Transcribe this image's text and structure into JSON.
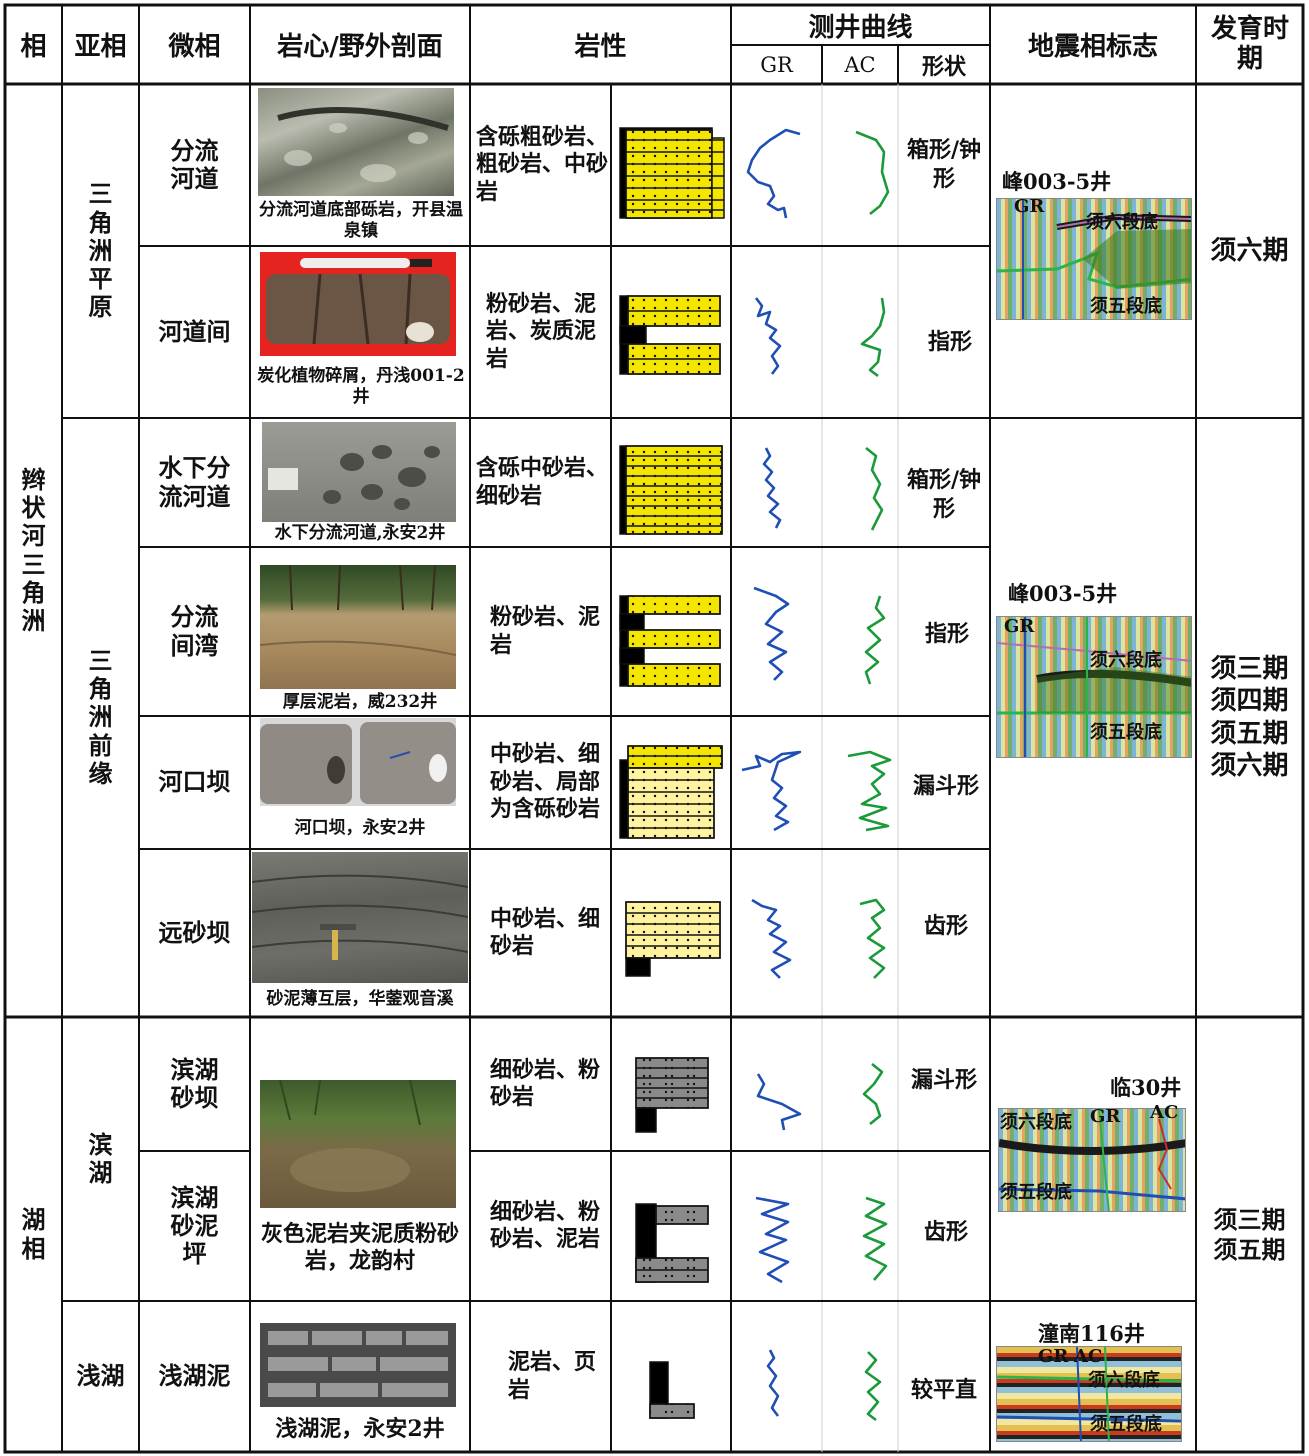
{
  "headers": {
    "facies": "相",
    "subfacies": "亚相",
    "microfacies": "微相",
    "core": "岩心/野外剖面",
    "lithology": "岩性",
    "well_curve": "测井曲线",
    "gr": "GR",
    "ac": "AC",
    "shape": "形状",
    "seismic": "地震相标志",
    "period": "发育时期"
  },
  "facies": [
    {
      "name": "辫状河三角洲"
    },
    {
      "name": "湖相"
    }
  ],
  "subfacies": [
    {
      "name": "三角洲平原"
    },
    {
      "name": "三角洲前缘"
    },
    {
      "name": "滨湖"
    },
    {
      "name": "浅湖"
    }
  ],
  "rows": [
    {
      "micro": "分流河道",
      "caption": "分流河道底部砾岩，开县温泉镇",
      "lith": "含砾粗砂岩、粗砂岩、中砂岩",
      "shape": "箱形/钟形"
    },
    {
      "micro": "河道间",
      "caption": "炭化植物碎屑，丹浅001-2井",
      "lith": "粉砂岩、泥岩、炭质泥岩",
      "shape": "指形"
    },
    {
      "micro": "水下分流河道",
      "caption": "水下分流河道,永安2井",
      "lith": "含砾中砂岩、细砂岩",
      "shape": "箱形/钟形"
    },
    {
      "micro": "分流间湾",
      "caption": "厚层泥岩，威232井",
      "lith": "粉砂岩、泥岩",
      "shape": "指形"
    },
    {
      "micro": "河口坝",
      "caption": "河口坝，永安2井",
      "lith": "中砂岩、细砂岩、局部为含砾砂岩",
      "shape": "漏斗形"
    },
    {
      "micro": "远砂坝",
      "caption": "砂泥薄互层，华蓥观音溪",
      "lith": "中砂岩、细砂岩",
      "shape": "齿形"
    },
    {
      "micro": "滨湖砂坝",
      "caption": "灰色泥岩夹泥质粉砂岩，龙韵村",
      "lith": "细砂岩、粉砂岩",
      "shape": "漏斗形"
    },
    {
      "micro": "滨湖砂泥坪",
      "caption": "",
      "lith": "细砂岩、粉砂岩、泥岩",
      "shape": "齿形"
    },
    {
      "micro": "浅湖泥",
      "caption": "浅湖泥，永安2井",
      "lith": "泥岩、页岩",
      "shape": "较平直"
    }
  ],
  "seismic": [
    {
      "well": "峰003-5井",
      "top": "须六段底",
      "bottom": "须五段底",
      "gr": "GR",
      "ac": ""
    },
    {
      "well": "峰003-5井",
      "top": "须六段底",
      "bottom": "须五段底",
      "gr": "GR",
      "ac": ""
    },
    {
      "well": "临30井",
      "top": "须六段底",
      "bottom": "须五段底",
      "gr": "GR",
      "ac": "AC"
    },
    {
      "well": "潼南116井",
      "top": "须六段底",
      "bottom": "须五段底",
      "gr": "GR",
      "ac": "AC"
    }
  ],
  "periods": [
    "须六期",
    "须三期须四期须五期须六期",
    "须三期须五期"
  ],
  "colors": {
    "gr_curve": "#1f4fb5",
    "ac_curve": "#1a9a3a",
    "sand_fill": "#f5e600",
    "sand_light": "#fff3a0",
    "gray_fill": "#8a8a8a",
    "mud_black": "#000000"
  }
}
